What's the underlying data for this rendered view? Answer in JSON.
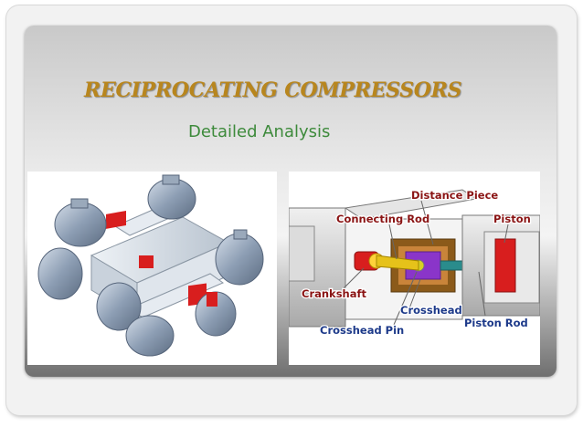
{
  "slide": {
    "title": "RECIPROCATING COMPRESSORS",
    "subtitle": "Detailed Analysis"
  },
  "diagram": {
    "labels": {
      "distance_piece": "Distance Piece",
      "connecting_rod": "Connecting Rod",
      "piston": "Piston",
      "crankshaft": "Crankshaft",
      "crosshead": "Crosshead",
      "piston_rod": "Piston Rod",
      "crosshead_pin": "Crosshead Pin"
    }
  },
  "colors": {
    "title": "#b8861e",
    "subtitle": "#3d8a3b",
    "cylinder_red": "#d81e1e",
    "crosshead_purple": "#8a35c9",
    "piston_rod_teal": "#2a8c8c"
  }
}
